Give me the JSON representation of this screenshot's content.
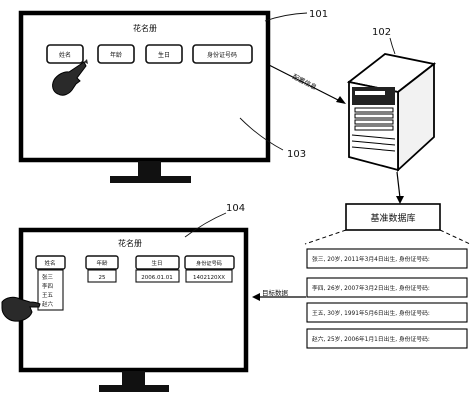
{
  "top_screen": {
    "title": "花名册",
    "fields": [
      "姓名",
      "年龄",
      "生日",
      "身份证号码"
    ]
  },
  "bottom_screen": {
    "title": "花名册",
    "fields": [
      {
        "label": "姓名",
        "values": [
          "张三",
          "李四",
          "王五",
          "赵六"
        ]
      },
      {
        "label": "年龄",
        "values": [
          "25"
        ]
      },
      {
        "label": "生日",
        "values": [
          "2006.01.01"
        ]
      },
      {
        "label": "身份证号码",
        "values": [
          "1402120XX"
        ]
      }
    ]
  },
  "connectors": {
    "config_label": "配置信息",
    "target_label": "目标数据"
  },
  "database": {
    "title": "基准数据库",
    "records": [
      "张三, 20岁, 2011年3月4日出生, 身份证号码:",
      "李四, 26岁, 2007年3月2日出生, 身份证号码:",
      "王五, 30岁, 1991年5月6日出生, 身份证号码:",
      "赵六, 25岁, 2006年1月1日出生, 身份证号码:"
    ]
  },
  "reference_numbers": {
    "top_screen": "101",
    "server": "102",
    "top_screen_inner": "103",
    "bottom_screen": "104"
  }
}
